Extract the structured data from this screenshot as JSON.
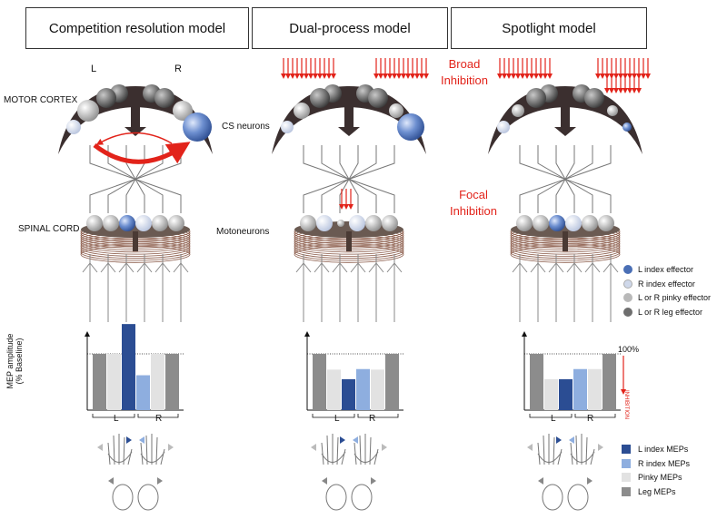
{
  "panels": [
    {
      "title": "Competition resolution model"
    },
    {
      "title": "Dual-process model"
    },
    {
      "title": "Spotlight model"
    }
  ],
  "labels": {
    "left": "L",
    "right": "R",
    "motor_cortex": "MOTOR CORTEX",
    "spinal_cord": "SPINAL CORD",
    "cs_neurons": "CS neurons",
    "motoneurons": "Motoneurons",
    "broad_inhibition": "Broad\nInhibition",
    "focal_inhibition": "Focal\nInhibition",
    "y_axis": "MEP amplitude\n(% Baseline)",
    "hundred": "100%",
    "inhibition": "INHIBITION",
    "bar_l": "L",
    "bar_r": "R"
  },
  "effector_legend": [
    {
      "label": "L index effector",
      "color": "#4a6fb5"
    },
    {
      "label": "R index effector",
      "color": "#cfd8ea"
    },
    {
      "label": "L or R pinky effector",
      "color": "#b9b9b9"
    },
    {
      "label": "L or R leg effector",
      "color": "#6e6e6e"
    }
  ],
  "mep_legend": [
    {
      "label": "L index MEPs",
      "color": "#2b4d93"
    },
    {
      "label": "R index MEPs",
      "color": "#8eaedf"
    },
    {
      "label": "Pinky MEPs",
      "color": "#e2e2e2"
    },
    {
      "label": "Leg MEPs",
      "color": "#8c8c8c"
    }
  ],
  "chart_data": [
    {
      "type": "bar",
      "model": "Competition resolution model",
      "baseline": 100,
      "categories": [
        "L leg",
        "L pinky",
        "L index",
        "R index",
        "R pinky",
        "R leg"
      ],
      "values": [
        100,
        100,
        153,
        62,
        100,
        100
      ]
    },
    {
      "type": "bar",
      "model": "Dual-process model",
      "baseline": 100,
      "categories": [
        "L leg",
        "L pinky",
        "L index",
        "R index",
        "R pinky",
        "R leg"
      ],
      "values": [
        100,
        72,
        55,
        73,
        72,
        100
      ]
    },
    {
      "type": "bar",
      "model": "Spotlight model",
      "baseline": 100,
      "categories": [
        "L leg",
        "L pinky",
        "L index",
        "R index",
        "R pinky",
        "R leg"
      ],
      "values": [
        100,
        55,
        55,
        73,
        73,
        100
      ]
    }
  ],
  "colors": {
    "red": "#e2231a",
    "leg": "#8c8c8c",
    "pinky": "#e2e2e2",
    "lindex": "#2b4d93",
    "rindex": "#8eaedf"
  }
}
